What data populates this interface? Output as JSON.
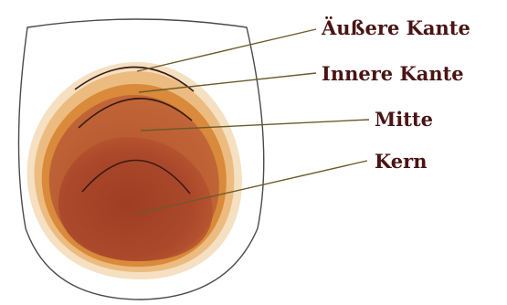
{
  "labels": {
    "outer_edge": "Äußere Kante",
    "inner_edge": "Innere Kante",
    "middle": "Mitte",
    "core": "Kern"
  },
  "colors": {
    "glass_outline": "#4a4a4a",
    "halo_outer": "#f3d9b5",
    "halo_mid": "#eab67a",
    "rim_orange": "#d9852f",
    "wine_main": "#b8572e",
    "wine_core": "#8e3220",
    "leader_line": "#6b5a2a",
    "inner_arcs": "#3a1a12",
    "label_text": "#4a1414"
  }
}
